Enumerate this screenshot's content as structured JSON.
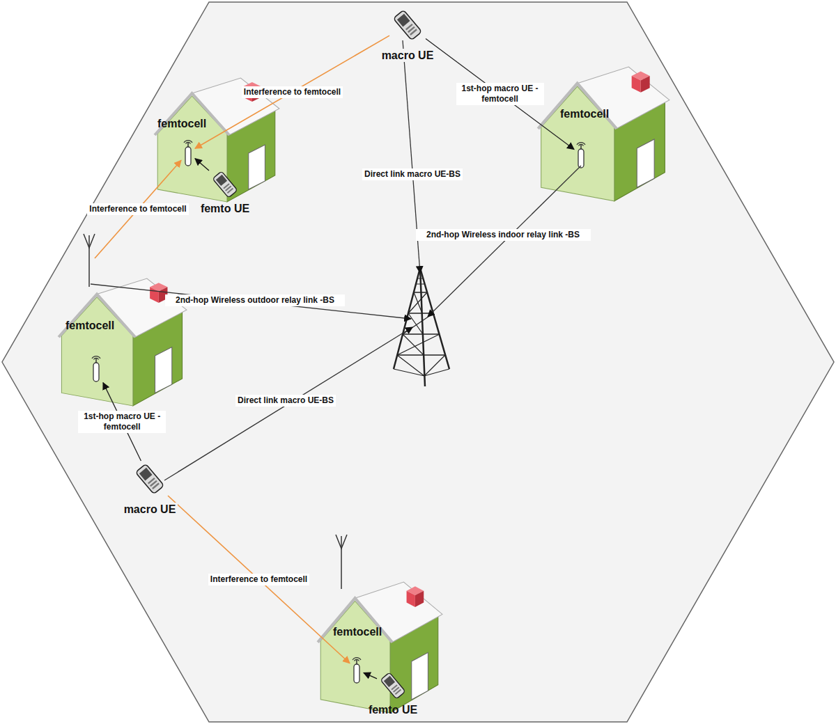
{
  "diagram": {
    "nodes": [
      {
        "text": [
          "macro UE"
        ]
      },
      {
        "text": [
          "femtocell"
        ]
      },
      {
        "text": [
          "femto UE"
        ],
        "in": 1
      },
      {
        "text": [
          "femtocell"
        ]
      },
      {
        "text": [
          "femtocell"
        ]
      },
      {
        "text": [
          "macro UE"
        ]
      },
      {
        "text": [
          "femtocell"
        ]
      },
      {
        "text": [
          "femto UE"
        ],
        "in": 6
      }
    ],
    "edges": [
      {
        "from": 0,
        "to": 1,
        "arrow": "to",
        "label": "Interference to femtocell"
      },
      {
        "from": 0,
        "to": 3,
        "arrow": "to",
        "label": "1st-hop macro UE -femtocell"
      },
      {
        "from": 2,
        "to": 1,
        "arrow": "to"
      },
      {
        "from": 4,
        "to": 1,
        "arrow": "to",
        "label": "Interference to femtocell"
      },
      {
        "from": 5,
        "to": 4,
        "arrow": "to",
        "label": "1st-hop macro UE -femtocell"
      },
      {
        "from": 5,
        "to": 6,
        "arrow": "to",
        "label": "Interference to femtocell"
      },
      {
        "from": 7,
        "to": 6,
        "arrow": "to"
      }
    ],
    "labels": [
      "Direct link macro UE-BS",
      "2nd-hop Wireless indoor relay link -BS",
      "2nd-hop Wireless outdoor relay link -BS",
      "Direct link macro UE-BS"
    ]
  }
}
